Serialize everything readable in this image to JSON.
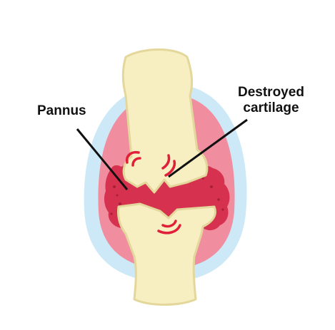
{
  "labels": {
    "pannus": "Pannus",
    "destroyed_cartilage_line1": "Destroyed",
    "destroyed_cartilage_line2": "cartilage"
  },
  "colors": {
    "background": "#ffffff",
    "capsule_outer": "#cde9f8",
    "capsule_inner": "#f08ea0",
    "pannus": "#d6324f",
    "pannus_dots": "#a81f38",
    "bone_fill": "#f7eec2",
    "bone_stroke": "#e3d79b",
    "pain_marks": "#e0203a",
    "leader_lines": "#111111"
  }
}
